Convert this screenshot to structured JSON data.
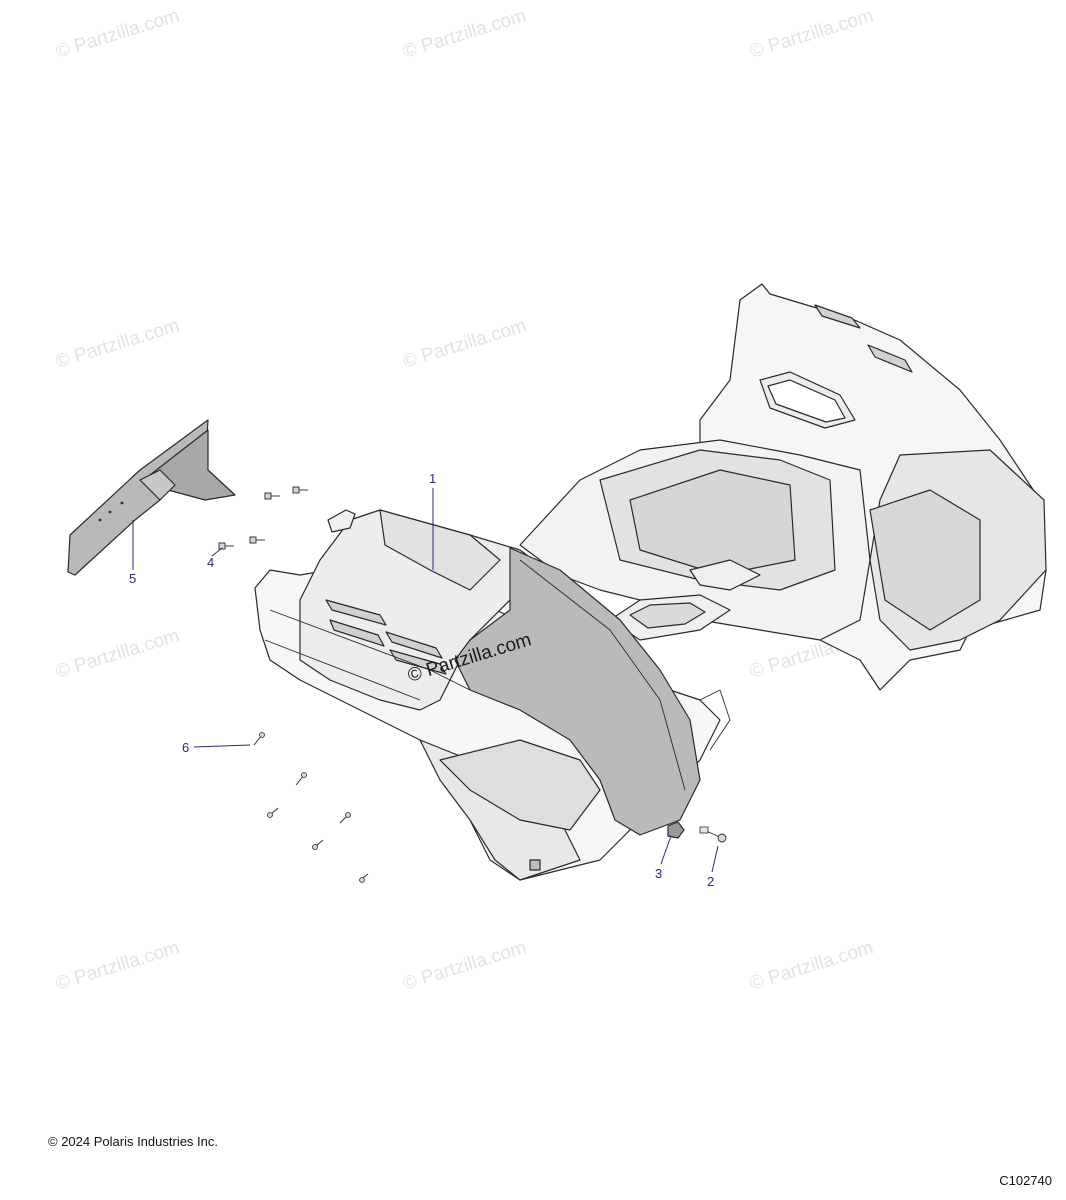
{
  "watermark": {
    "text": "© Partzilla.com",
    "center_text": "© Partzilla.com"
  },
  "callouts": [
    {
      "id": "1",
      "label": "1"
    },
    {
      "id": "2",
      "label": "2"
    },
    {
      "id": "3",
      "label": "3"
    },
    {
      "id": "4",
      "label": "4"
    },
    {
      "id": "5",
      "label": "5"
    },
    {
      "id": "6",
      "label": "6"
    }
  ],
  "footer": {
    "copyright": "© 2024 Polaris Industries Inc.",
    "diagram_code": "C102740"
  },
  "colors": {
    "callout": "#2b2b7a",
    "body_fill": "#f4f4f4",
    "shade_fill": "#dcdcdc",
    "dark_fill": "#c2c2c2"
  }
}
